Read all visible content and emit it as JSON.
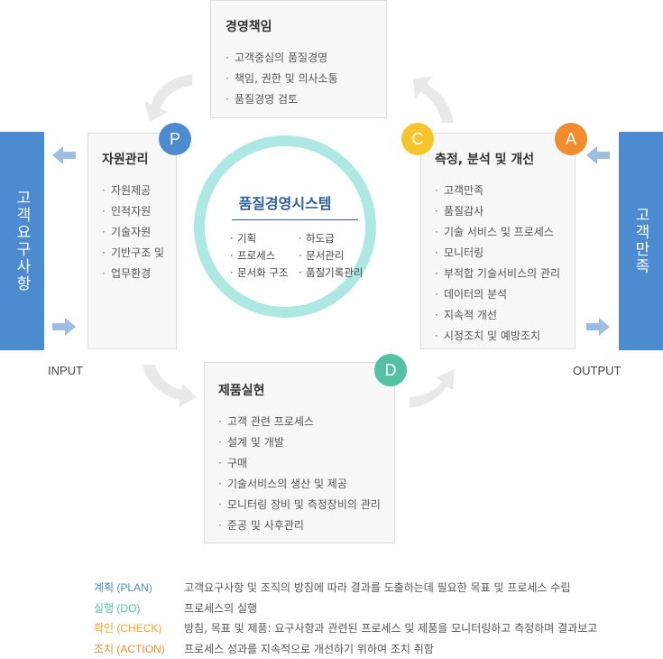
{
  "management": {
    "title": "경영책임",
    "items": [
      "고객중심의 품질경영",
      "책임, 권한 및 의사소통",
      "품질경영 검토"
    ]
  },
  "resource": {
    "title": "자원관리",
    "items": [
      "자원제공",
      "인적자원",
      "기술자원",
      "기반구조 및",
      "업무환경"
    ]
  },
  "measure": {
    "title": "측정, 분석 및 개선",
    "items": [
      "고객만족",
      "품질감사",
      "기술 서비스 및 프로세스",
      "모니터링",
      "부적합 기술서비스의 관리",
      "데이터의 분석",
      "지속적 개선",
      "시정조치 및 예방조치"
    ]
  },
  "product": {
    "title": "제품실현",
    "items": [
      "고객 관련 프로세스",
      "설계 및 개발",
      "구매",
      "기술서비스의 생산 및 제공",
      "모니터링 장비 및 측정장비의 관리",
      "준공 및 사후관리"
    ]
  },
  "center": {
    "title": "품질경영시스템",
    "left_items": [
      "기획",
      "프로세스",
      "문서화 구조"
    ],
    "right_items": [
      "하도급",
      "문서관리",
      "품질기록관리"
    ]
  },
  "left_bar": "고객요구사항",
  "right_bar": "고객만족",
  "input_label": "INPUT",
  "output_label": "OUTPUT",
  "badges": {
    "p": "P",
    "c": "C",
    "a": "A",
    "d": "D"
  },
  "colors": {
    "p": "#4d8bd0",
    "c": "#f6c52c",
    "a": "#f08c2e",
    "d": "#52c2a3",
    "side": "#4d8bd0",
    "ring": "#aee8e2"
  },
  "legend": [
    {
      "key": "계획 (PLAN)",
      "color": "#4d8bd0",
      "text": "고객요구사항 및 조직의 방침에 따라 결과를 도출하는데 필요한 목표 및 프로세스 수립"
    },
    {
      "key": "실행 (DO)",
      "color": "#52c2a3",
      "text": "프로세스의 실행"
    },
    {
      "key": "확인 (CHECK)",
      "color": "#f6a623",
      "text": "방침, 목표 및 제품: 요구사항과 관련된 프로세스 및 제품을 모니터링하고 측정하며 결과보고"
    },
    {
      "key": "조치 (ACTION)",
      "color": "#f08c2e",
      "text": "프로세스 성과를 지속적으로 개선하기 위하여 조치 취함"
    }
  ]
}
